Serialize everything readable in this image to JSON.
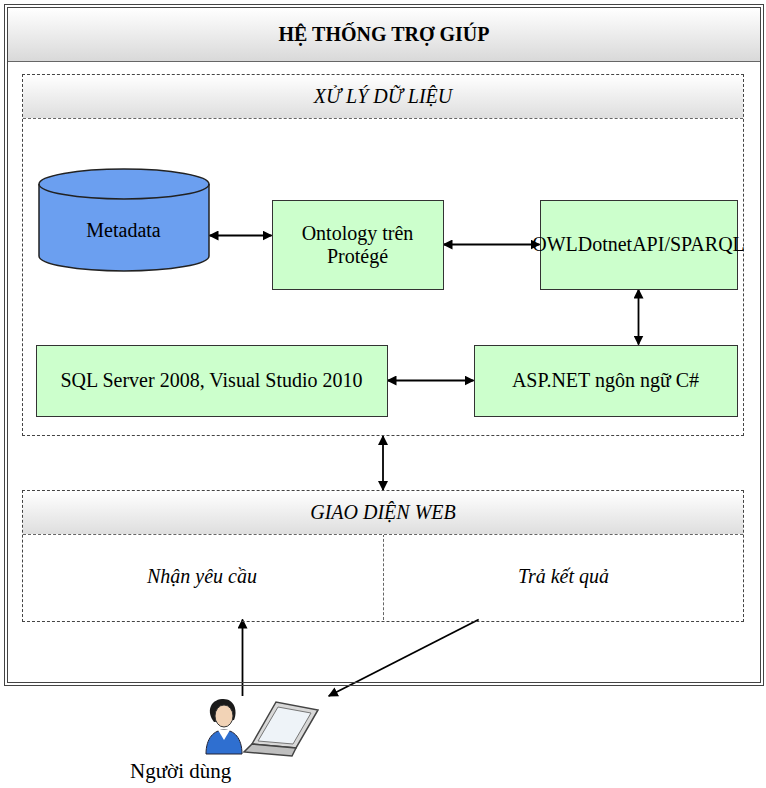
{
  "diagram": {
    "nodes": [
      {
        "text": [
          "HỆ THỐNG TRỢ GIÚP"
        ]
      },
      {
        "text": [
          "XỬ LÝ DỮ LIỆU"
        ],
        "in": 0
      },
      {
        "text": [
          "Metadata"
        ],
        "in": 1
      },
      {
        "text": [
          "Ontology trên Protégé"
        ],
        "in": 1
      },
      {
        "text": [
          "OWLDotnetAPI/SPARQL"
        ],
        "in": 1
      },
      {
        "text": [
          "SQL Server 2008, Visual Studio 2010"
        ],
        "in": 1
      },
      {
        "text": [
          "ASP.NET ngôn ngữ C#"
        ],
        "in": 1
      },
      {
        "text": [
          "GIAO DIỆN WEB"
        ],
        "in": 0
      },
      {
        "text": [
          "Nhận yêu cầu"
        ],
        "in": 7
      },
      {
        "text": [
          "Trả kết quả"
        ],
        "in": 7
      },
      {
        "text": [
          "Người dùng"
        ]
      }
    ],
    "edges": [
      {
        "from": 2,
        "to": 3,
        "arrow": "both"
      },
      {
        "from": 3,
        "to": 4,
        "arrow": "both"
      },
      {
        "from": 4,
        "to": 6,
        "arrow": "both"
      },
      {
        "from": 5,
        "to": 6,
        "arrow": "both"
      },
      {
        "from": 1,
        "to": 7,
        "arrow": "both"
      },
      {
        "from": 10,
        "to": 8,
        "arrow": "to"
      },
      {
        "from": 9,
        "to": 10,
        "arrow": "to"
      }
    ]
  }
}
